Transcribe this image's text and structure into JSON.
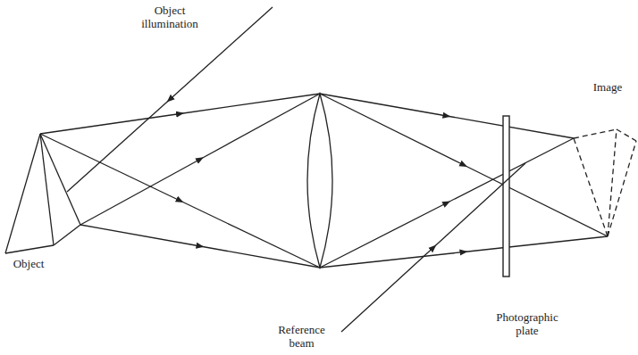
{
  "diagram": {
    "labels": [
      "Object illumination",
      "Object",
      "Reference beam",
      "Photographic plate",
      "Image"
    ]
  }
}
